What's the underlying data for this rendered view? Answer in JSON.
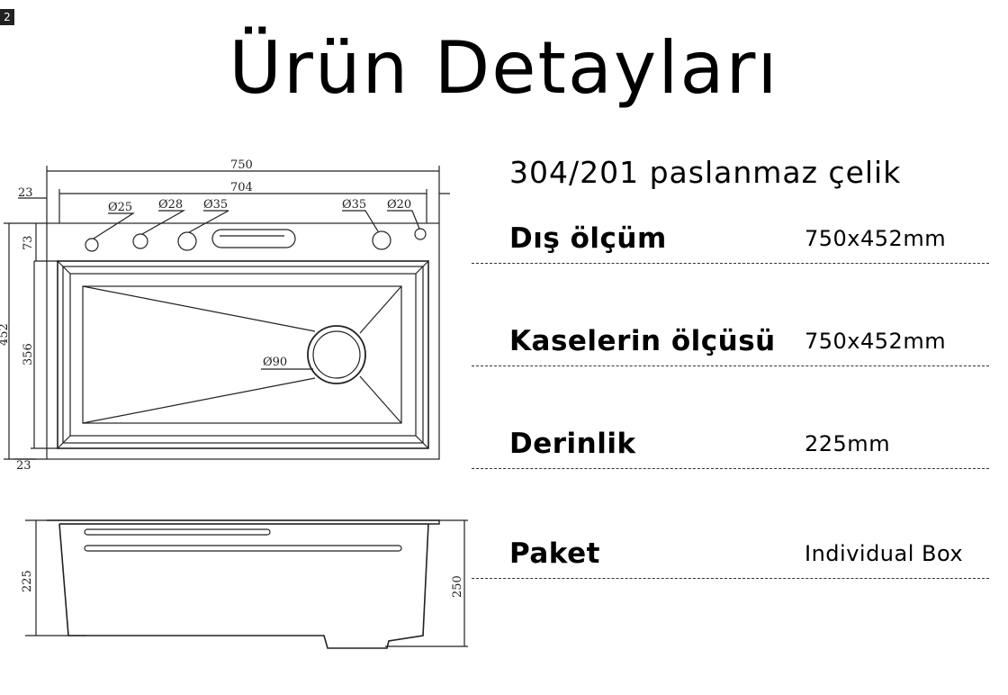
{
  "page_number": "2",
  "title": "Ürün Detayları",
  "material": "304/201 paslanmaz çelik",
  "specs": [
    {
      "label": "Dış ölçüm",
      "value": "750x452mm"
    },
    {
      "label": "Kaselerin ölçüsü",
      "value": "750x452mm"
    },
    {
      "label": "Derinlik",
      "value": "225mm"
    },
    {
      "label": "Paket",
      "value": "Individual Box"
    }
  ],
  "top_view": {
    "width_outer": "750",
    "width_inner": "704",
    "side_left": "23",
    "side_right": "23",
    "height_outer": "452",
    "height_bowl": "356",
    "deck_depth": "73",
    "bottom_rim": "23",
    "holes": [
      "Ø25",
      "Ø28",
      "Ø35",
      "Ø35",
      "Ø20"
    ],
    "drain": "Ø90"
  },
  "side_view": {
    "depth_bowl": "225",
    "depth_total": "250"
  }
}
